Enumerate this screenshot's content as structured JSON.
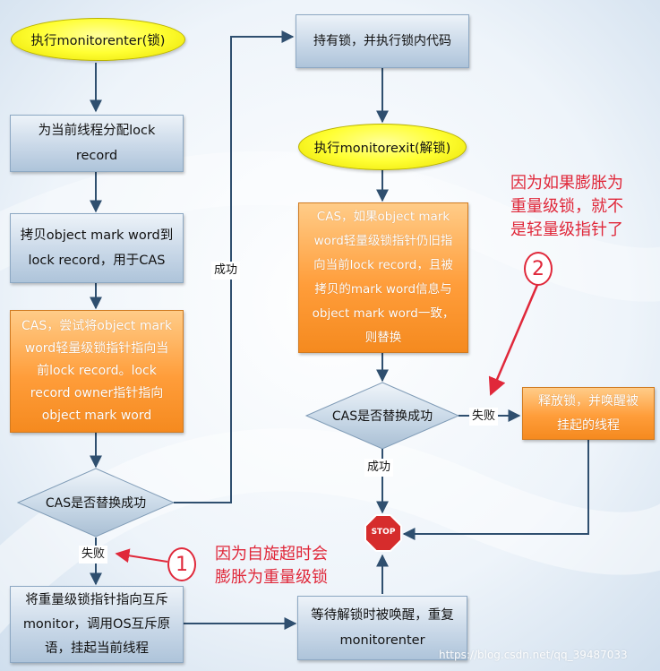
{
  "nodes": {
    "monitorenter": "执行monitorenter(锁)",
    "alloc": [
      "为当前线程分配lock",
      "record"
    ],
    "copy": [
      "拷贝object mark word到",
      "lock record，用于CAS"
    ],
    "cas_try": [
      "CAS，尝试将object mark",
      "word轻量级锁指针指向当",
      "前lock record。lock",
      "record owner指针指向",
      "object mark word"
    ],
    "cas_check": "CAS是否替换成功",
    "inflate": [
      "将重量级锁指针指向互斥",
      "monitor，调用OS互斥原",
      "语，挂起当前线程"
    ],
    "hold": "持有锁，并执行锁内代码",
    "monitorexit": "执行monitorexit(解锁)",
    "cas_release": [
      "CAS，如果object mark",
      "word轻量级锁指针仍旧指",
      "向当前lock record，且被",
      "拷贝的mark word信息与",
      "object mark word一致，",
      "则替换"
    ],
    "release_check": "CAS是否替换成功",
    "release_wake": [
      "释放锁，并唤醒被",
      "挂起的线程"
    ],
    "wait": [
      "等待解锁时被唤醒，重复",
      "monitorenter"
    ],
    "stop": "STOP"
  },
  "edge_labels": {
    "success_left": "成功",
    "fail_left": "失败",
    "success_right": "成功",
    "fail_right": "失败"
  },
  "annotations": {
    "note1_marker": "1",
    "note1_lines": [
      "因为自旋超时会",
      "膨胀为重量级锁"
    ],
    "note2_marker": "2",
    "note2_lines": [
      "因为如果膨胀为",
      "重量级锁，就不",
      "是轻量级指针了"
    ]
  },
  "watermark": "https://blog.csdn.net/qq_39487033",
  "colors": {
    "process_box": "#c9d8e8",
    "highlight_box": "#ff9d3a",
    "start_oval": "#ffff33",
    "connector": "#2f4f6f",
    "annotation": "#e0283a",
    "stop_sign": "#d62c2c"
  }
}
